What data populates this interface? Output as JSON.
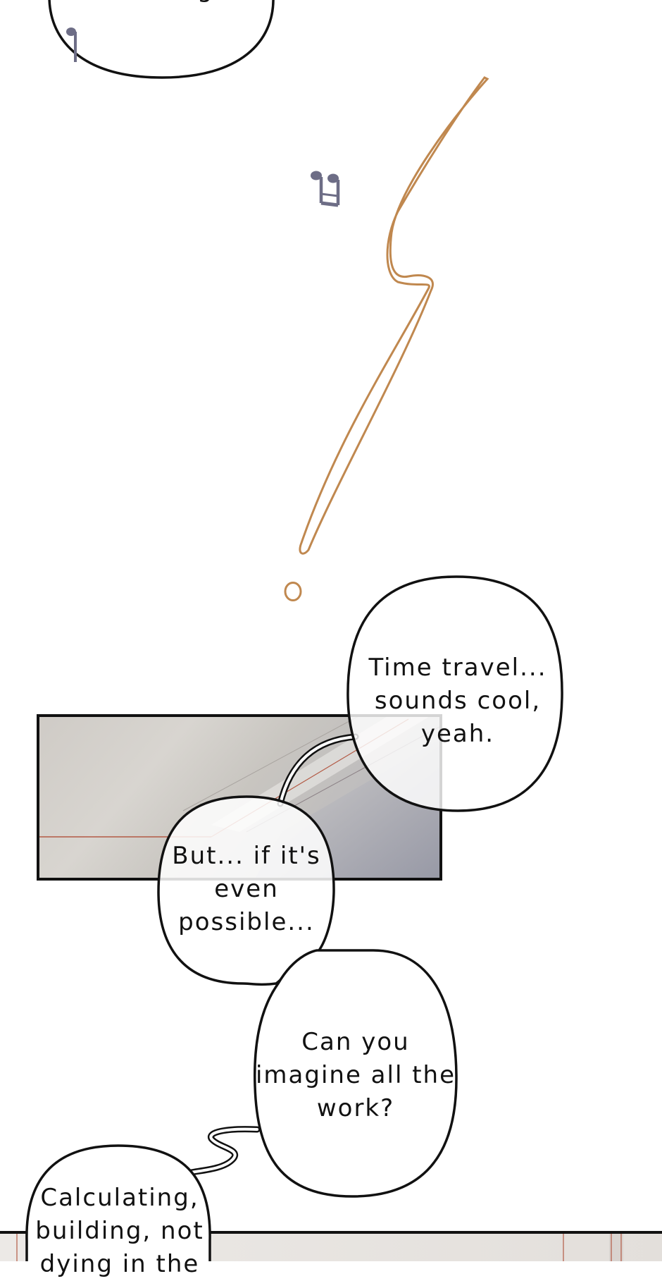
{
  "panel": {
    "bubbles": {
      "top_partial": {
        "lines": [
          "So cool, right?"
        ]
      },
      "time_travel": {
        "lines": [
          "Time travel...",
          "sounds cool,",
          "yeah."
        ]
      },
      "but_if": {
        "lines": [
          "But... if it's",
          "even",
          "possible..."
        ]
      },
      "imagine": {
        "lines": [
          "Can you",
          "imagine all the",
          "work?"
        ]
      },
      "calculating": {
        "lines": [
          "Calculating,",
          "building, not",
          "dying in the"
        ]
      }
    },
    "icons": {
      "single_note": "eighth-note-icon",
      "double_note": "beamed-notes-icon",
      "exclamation": "exclamation-mark-icon"
    },
    "colors": {
      "background": "#ffffff",
      "ink": "#111111",
      "note": "#6d6d86",
      "exclamation": "#c0884f",
      "panel_warm": "#cdc9c3",
      "panel_cool": "#9ea0ad",
      "accent_line": "#b35a45"
    }
  }
}
